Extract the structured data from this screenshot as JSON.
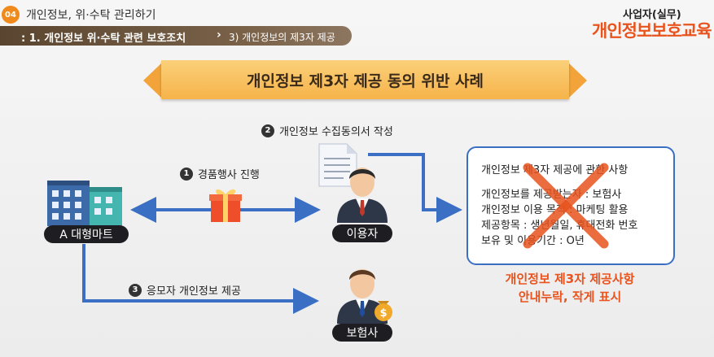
{
  "header": {
    "chapter_number": "04",
    "chapter_title": "개인정보, 위·수탁 관리하기",
    "breadcrumb_section": ": 1. 개인정보 위·수탁 관련 보호조치",
    "breadcrumb_separator": "›",
    "breadcrumb_topic": "3) 개인정보의 제3자 제공"
  },
  "brand": {
    "subtitle": "사업자(실무)",
    "title": "개인정보보호교육"
  },
  "slide_title": "개인정보 제3자 제공 동의 위반 사례",
  "steps": [
    {
      "number": "1",
      "label": "경품행사 진행"
    },
    {
      "number": "2",
      "label": "개인정보 수집동의서 작성"
    },
    {
      "number": "3",
      "label": "응모자 개인정보 제공"
    }
  ],
  "actors": {
    "store": "A 대형마트",
    "user": "이용자",
    "insurer": "보험사"
  },
  "consent_box": {
    "heading": "개인정보 제3자 제공에 관한 사항",
    "lines": [
      "개인정보를 제공받는자 : 보험사",
      "개인정보 이용 목적 : 마케팅 활용",
      "제공항목 : 생년월일, 휴대전화 번호",
      "보유 및 이용기간 : O년"
    ]
  },
  "warning": {
    "line1": "개인정보 제3자 제공사항",
    "line2": "안내누락, 작게 표시"
  },
  "colors": {
    "accent_orange": "#e8531e",
    "arrow_blue": "#3a6fc4",
    "ribbon": "#f6b34a"
  },
  "icons": [
    "building-icon",
    "gift-icon",
    "document-icon",
    "user-person-icon",
    "insurer-person-icon",
    "money-bag-icon",
    "cross-mark-icon"
  ]
}
